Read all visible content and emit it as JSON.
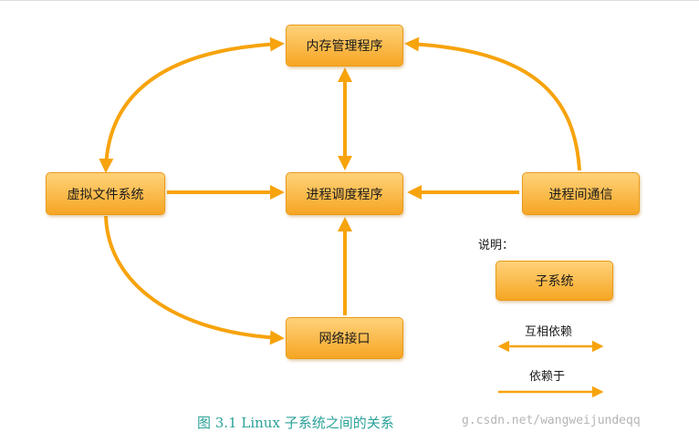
{
  "nodes": {
    "memory": "内存管理程序",
    "vfs": "虚拟文件系统",
    "scheduler": "进程调度程序",
    "ipc": "进程间通信",
    "network": "网络接口"
  },
  "legend": {
    "title": "说明：",
    "subsystem": "子系统",
    "mutual": "互相依赖",
    "depends": "依赖于"
  },
  "caption": "图 3.1  Linux 子系统之间的关系",
  "watermark": "g.csdn.net/wangweijundeqq",
  "colors": {
    "arrow": "#f7a30c",
    "box_top": "#ffd27a",
    "box_bottom": "#f6a623",
    "caption": "#2aa198"
  }
}
